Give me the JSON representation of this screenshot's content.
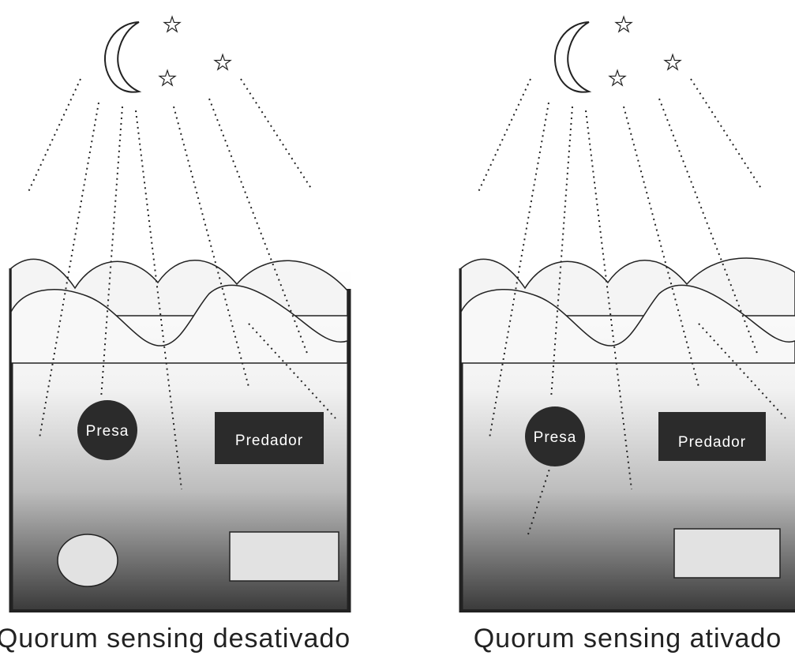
{
  "panels": [
    {
      "caption": "Quorum sensing desativado",
      "prey_label": "Presa",
      "predator_label": "Predador",
      "prey_emits_light": false
    },
    {
      "caption": "Quorum sensing ativado",
      "prey_label": "Presa",
      "predator_label": "Predador",
      "prey_emits_light": true
    }
  ],
  "icons": [
    "moon-icon",
    "star-icon"
  ],
  "colors": {
    "water_top": "#ffffff",
    "water_bottom": "#3a3a3a",
    "wave_fill": "#f4f4f4",
    "silhouette": "#2b2b2b",
    "shadow_fill": "#e2e2e2"
  }
}
